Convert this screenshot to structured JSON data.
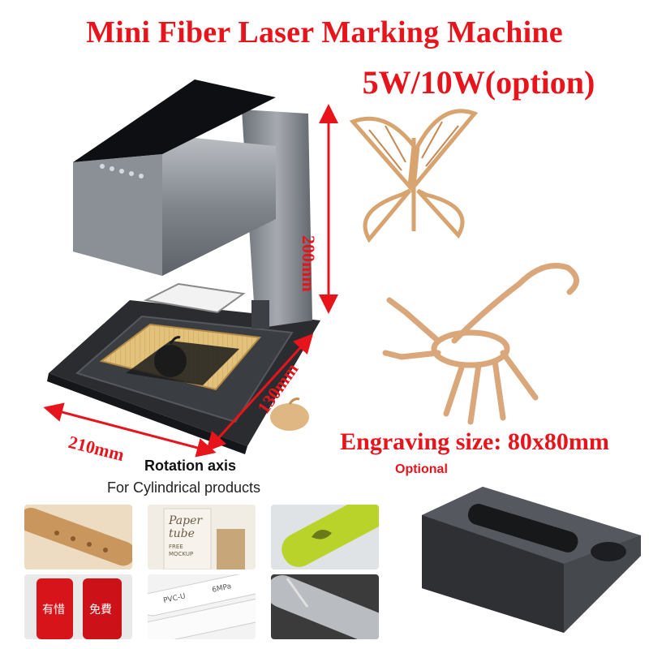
{
  "header": {
    "title": "Mini Fiber Laser Marking Machine",
    "power": "5W/10W(option)"
  },
  "dimensions": {
    "height": "200mm",
    "depth": "130mm",
    "width": "210mm"
  },
  "engraving": {
    "size_label": "Engraving size: 80x80mm"
  },
  "rotation": {
    "optional_label": "Optional",
    "title": "Rotation axis",
    "subtitle": "For Cylindrical products"
  },
  "thumbnails": {
    "paper_tube_line1": "Paper",
    "paper_tube_line2": "tube",
    "paper_tube_line3": "FREE",
    "paper_tube_line4": "MOCKUP",
    "can_text_1": "有惜",
    "can_text_2": "免費",
    "pipe_text_1": "PVC-U",
    "pipe_text_2": "6MPa"
  },
  "colors": {
    "accent": "#e8141b",
    "machine": "#7d8289",
    "wood": "#d9a77a"
  }
}
